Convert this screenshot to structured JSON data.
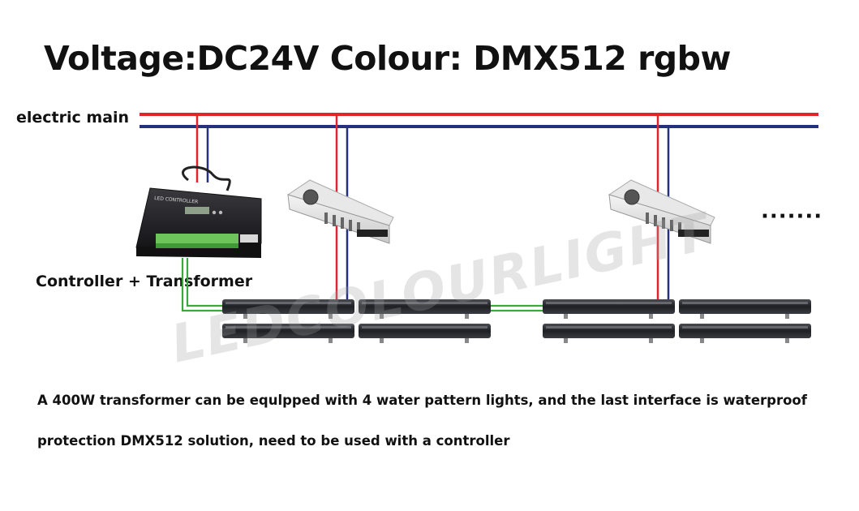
{
  "title": "Voltage:DC24V  Colour: DMX512 rgbw",
  "labels": {
    "electric_main": "electric main",
    "controller_transformer": "Controller + Transformer",
    "controller_screen": "LED CONTROLLER",
    "continuation": "·······"
  },
  "description": {
    "line1": "A 400W transformer can be equlpped with 4 water pattern lights, and the last interface is waterproof",
    "line2": "protection DMX512 solution, need to be used with a controller"
  },
  "watermark": "LEDCOLOURLIGHT",
  "colors": {
    "live_wire": "#e0262b",
    "neutral_wire": "#25307f",
    "signal_wire": "#3aa83a",
    "lamp_body": "#2b2d31"
  }
}
